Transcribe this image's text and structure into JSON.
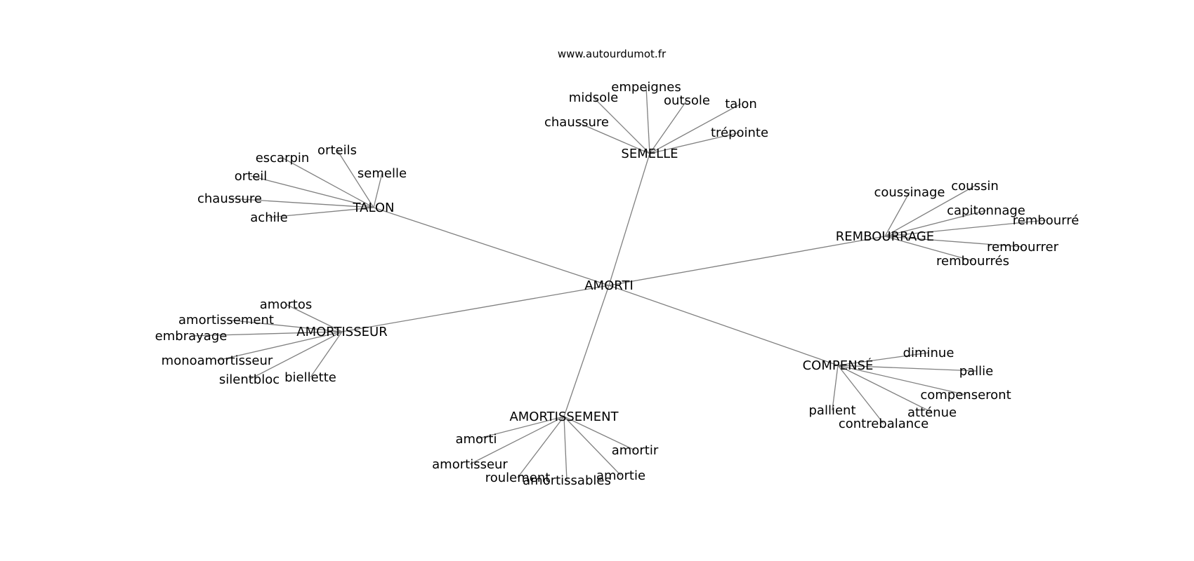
{
  "site": "www.autourdumot.fr",
  "center": "AMORTI",
  "hubs": [
    {
      "word": "SEMELLE",
      "leaves": [
        "empeignes",
        "midsole",
        "outsole",
        "talon",
        "chaussure",
        "trépointe"
      ]
    },
    {
      "word": "TALON",
      "leaves": [
        "orteils",
        "escarpin",
        "semelle",
        "orteil",
        "chaussure",
        "achile"
      ]
    },
    {
      "word": "REMBOURRAGE",
      "leaves": [
        "coussin",
        "coussinage",
        "capitonnage",
        "rembourré",
        "rembourrer",
        "rembourrés"
      ]
    },
    {
      "word": "AMORTISSEUR",
      "leaves": [
        "amortos",
        "amortissement",
        "embrayage",
        "monoamortisseur",
        "silentbloc",
        "biellette"
      ]
    },
    {
      "word": "COMPENSÉ",
      "leaves": [
        "diminue",
        "pallie",
        "compenseront",
        "atténue",
        "pallient",
        "contrebalance"
      ]
    },
    {
      "word": "AMORTISSEMENT",
      "leaves": [
        "amorti",
        "amortir",
        "amortisseur",
        "roulement",
        "amortissables",
        "amortie"
      ]
    }
  ]
}
